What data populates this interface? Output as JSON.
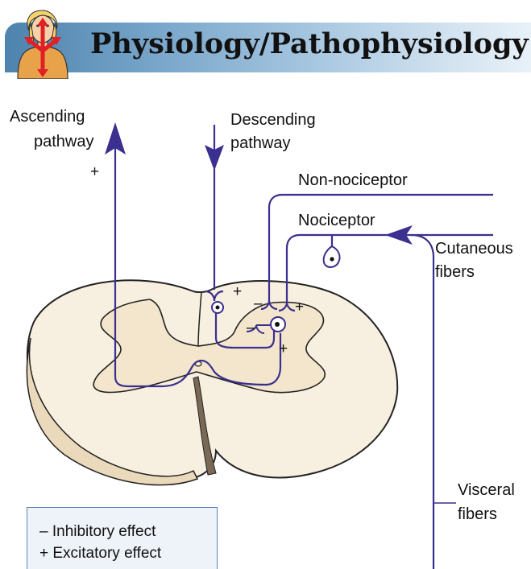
{
  "header": {
    "title": "Physiology/Pathophysiology"
  },
  "labels": {
    "ascending_line1": "Ascending",
    "ascending_line2": "pathway",
    "descending_line1": "Descending",
    "descending_line2": "pathway",
    "non_nociceptor": "Non-nociceptor",
    "nociceptor": "Nociceptor",
    "cutaneous_line1": "Cutaneous",
    "cutaneous_line2": "fibers",
    "visceral_line1": "Visceral",
    "visceral_line2": "fibers"
  },
  "signs": {
    "plus": "+",
    "minus": "–"
  },
  "legend": {
    "inhibitory": "– Inhibitory effect",
    "excitatory": "+ Excitatory effect"
  },
  "colors": {
    "pathway": "#3b2f8f",
    "cord_fill": "#f7efdf",
    "cord_outline": "#222222",
    "banner_start": "#4d83ad",
    "legend_border": "#5b80b8"
  }
}
